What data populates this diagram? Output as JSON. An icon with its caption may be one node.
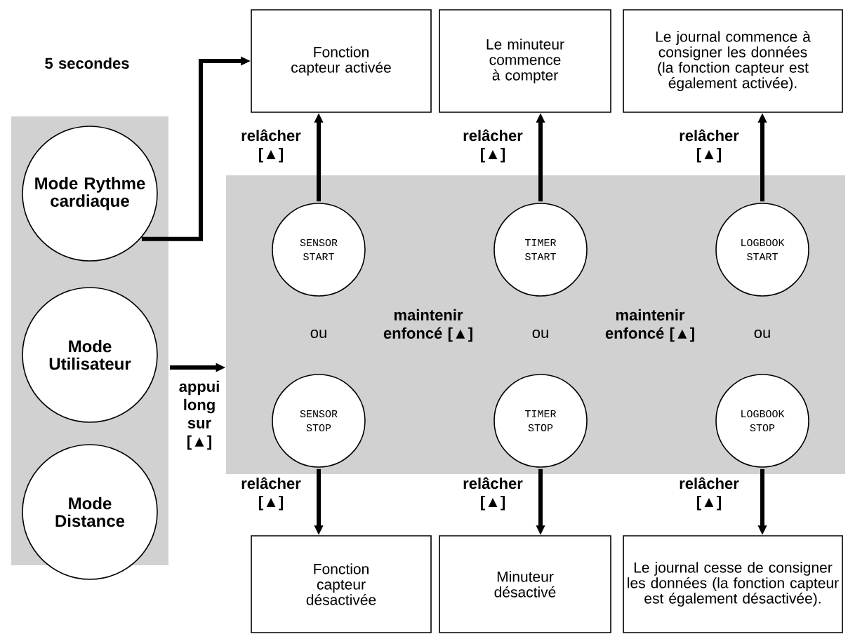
{
  "diagram": {
    "nodes": [
      {
        "text": [],
        "shape": "box"
      },
      {
        "text": [
          "Mode Rythme cardiaque"
        ],
        "in": 0
      },
      {
        "text": [
          "Mode Utilisateur"
        ],
        "in": 0
      },
      {
        "text": [
          "Mode Distance"
        ],
        "in": 0
      },
      {
        "text": [],
        "shape": "box"
      },
      {
        "text": [
          "SENSOR START"
        ],
        "in": 4
      },
      {
        "text": [
          "TIMER START"
        ],
        "in": 4
      },
      {
        "text": [
          "LOGBOOK START"
        ],
        "in": 4
      },
      {
        "text": [
          "SENSOR STOP"
        ],
        "in": 4
      },
      {
        "text": [
          "TIMER STOP"
        ],
        "in": 4
      },
      {
        "text": [
          "LOGBOOK STOP"
        ],
        "in": 4
      },
      {
        "text": [
          "Fonction capteur activée"
        ]
      },
      {
        "text": [
          "Le minuteur commence à compter"
        ]
      },
      {
        "text": [
          "Le journal commence à consigner les données (la fonction capteur est également activée)."
        ]
      },
      {
        "text": [
          "Fonction capteur désactivée"
        ]
      },
      {
        "text": [
          "Minuteur désactivé"
        ]
      },
      {
        "text": [
          "Le journal cesse de consigner les données (la fonction capteur est également désactivée)."
        ]
      }
    ],
    "edges": [
      {
        "from": 1,
        "to": 11,
        "arrow": "to",
        "label": "5 secondes"
      },
      {
        "from": 2,
        "to": 4,
        "arrow": "to",
        "label": "appui long sur [▲]"
      },
      {
        "from": 5,
        "to": 11,
        "arrow": "to",
        "label": "relâcher [▲]"
      },
      {
        "from": 6,
        "to": 12,
        "arrow": "to",
        "label": "relâcher [▲]"
      },
      {
        "from": 7,
        "to": 13,
        "arrow": "to",
        "label": "relâcher [▲]"
      },
      {
        "from": 8,
        "to": 14,
        "arrow": "to",
        "label": "relâcher [▲]"
      },
      {
        "from": 9,
        "to": 15,
        "arrow": "to",
        "label": "relâcher [▲]"
      },
      {
        "from": 10,
        "to": 16,
        "arrow": "to",
        "label": "relâcher [▲]"
      }
    ],
    "labels": [
      "ou",
      "maintenir enfoncé [▲]",
      "ou",
      "maintenir enfoncé [▲]",
      "ou"
    ]
  }
}
